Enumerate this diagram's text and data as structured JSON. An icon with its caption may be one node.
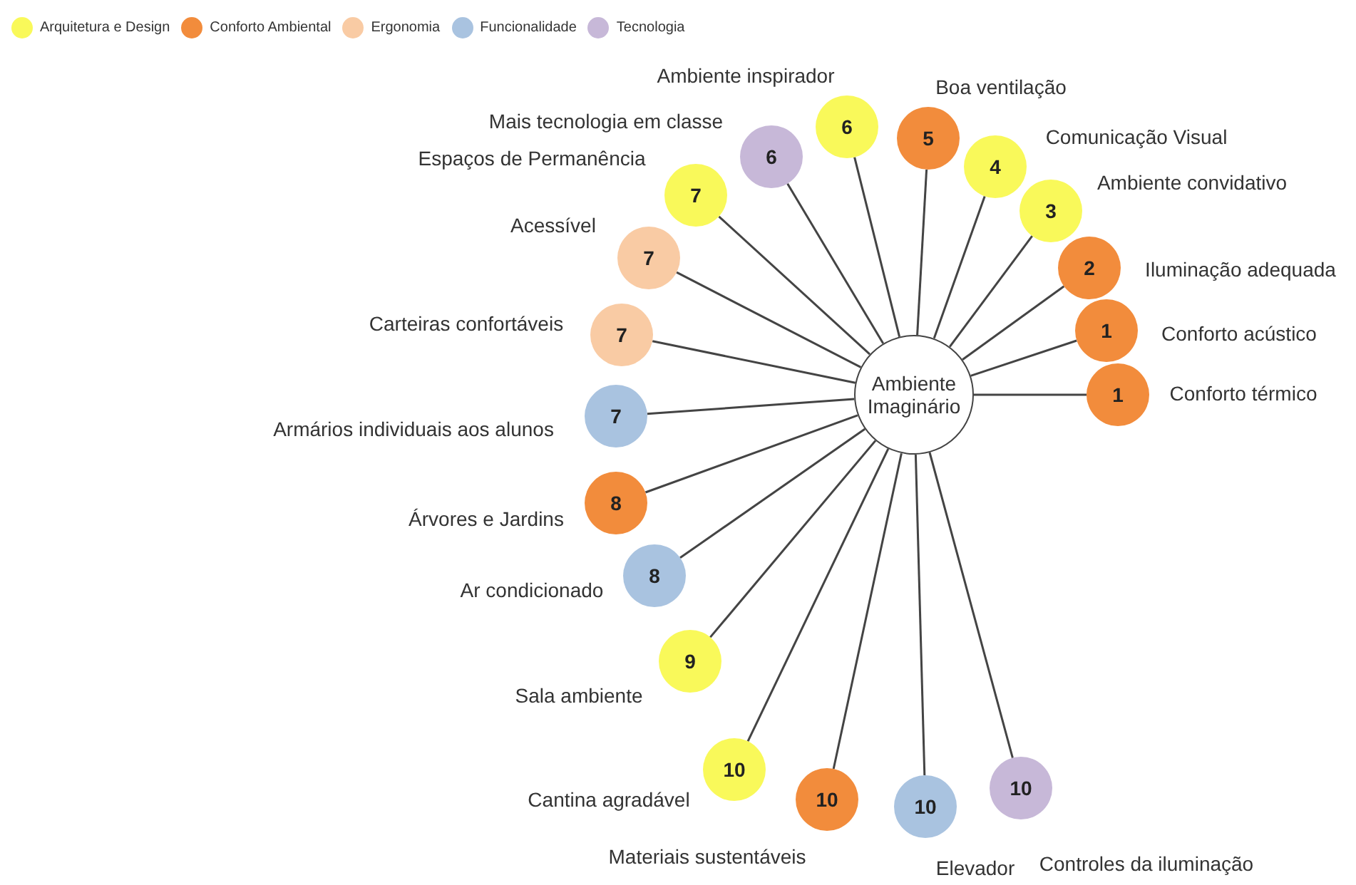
{
  "diagram": {
    "nodes": [
      {
        "text": [
          "Ambiente Imaginário"
        ]
      },
      {
        "text": [
          "6"
        ],
        "beside": [
          "Ambiente inspirador"
        ]
      },
      {
        "text": [
          "5"
        ],
        "beside": [
          "Boa ventilação"
        ]
      },
      {
        "text": [
          "6"
        ],
        "beside": [
          "Mais tecnologia em classe"
        ]
      },
      {
        "text": [
          "4"
        ],
        "beside": [
          "Comunicação Visual"
        ]
      },
      {
        "text": [
          "7"
        ],
        "beside": [
          "Espaços de Permanência"
        ]
      },
      {
        "text": [
          "3"
        ],
        "beside": [
          "Ambiente convidativo"
        ]
      },
      {
        "text": [
          "7"
        ],
        "beside": [
          "Acessível"
        ]
      },
      {
        "text": [
          "2"
        ],
        "beside": [
          "Iluminação adequada"
        ]
      },
      {
        "text": [
          "1"
        ],
        "beside": [
          "Conforto acústico"
        ]
      },
      {
        "text": [
          "7"
        ],
        "beside": [
          "Carteiras confortáveis"
        ]
      },
      {
        "text": [
          "1"
        ],
        "beside": [
          "Conforto térmico"
        ]
      },
      {
        "text": [
          "7"
        ],
        "beside": [
          "Armários individuais aos alunos"
        ]
      },
      {
        "text": [
          "8"
        ],
        "beside": [
          "Árvores e Jardins"
        ]
      },
      {
        "text": [
          "8"
        ],
        "beside": [
          "Ar condicionado"
        ]
      },
      {
        "text": [
          "9"
        ],
        "beside": [
          "Sala ambiente"
        ]
      },
      {
        "text": [
          "10"
        ],
        "beside": [
          "Cantina agradável"
        ]
      },
      {
        "text": [
          "10"
        ],
        "beside": [
          "Materiais sustentáveis"
        ]
      },
      {
        "text": [
          "10"
        ],
        "beside": [
          "Elevador"
        ]
      },
      {
        "text": [
          "10"
        ],
        "beside": [
          "Controles da iluminação"
        ]
      }
    ],
    "edges": [
      {
        "from": 0,
        "to": 1,
        "arrow": "none"
      },
      {
        "from": 0,
        "to": 2,
        "arrow": "none"
      },
      {
        "from": 0,
        "to": 3,
        "arrow": "none"
      },
      {
        "from": 0,
        "to": 4,
        "arrow": "none"
      },
      {
        "from": 0,
        "to": 5,
        "arrow": "none"
      },
      {
        "from": 0,
        "to": 6,
        "arrow": "none"
      },
      {
        "from": 0,
        "to": 7,
        "arrow": "none"
      },
      {
        "from": 0,
        "to": 8,
        "arrow": "none"
      },
      {
        "from": 0,
        "to": 9,
        "arrow": "none"
      },
      {
        "from": 0,
        "to": 10,
        "arrow": "none"
      },
      {
        "from": 0,
        "to": 11,
        "arrow": "none"
      },
      {
        "from": 0,
        "to": 12,
        "arrow": "none"
      },
      {
        "from": 0,
        "to": 13,
        "arrow": "none"
      },
      {
        "from": 0,
        "to": 14,
        "arrow": "none"
      },
      {
        "from": 0,
        "to": 15,
        "arrow": "none"
      },
      {
        "from": 0,
        "to": 16,
        "arrow": "none"
      },
      {
        "from": 0,
        "to": 17,
        "arrow": "none"
      },
      {
        "from": 0,
        "to": 18,
        "arrow": "none"
      },
      {
        "from": 0,
        "to": 19,
        "arrow": "none"
      }
    ],
    "legend": [
      {
        "text": "Arquitetura e Design",
        "color": "#f9f95a"
      },
      {
        "text": "Conforto Ambiental",
        "color": "#f28c3c"
      },
      {
        "text": "Ergonomia",
        "color": "#f9cba4"
      },
      {
        "text": "Funcionalidade",
        "color": "#a9c3e0"
      },
      {
        "text": "Tecnologia",
        "color": "#c7b8d8"
      }
    ]
  }
}
